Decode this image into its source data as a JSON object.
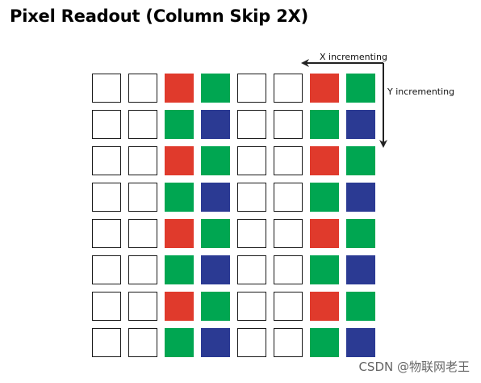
{
  "title": "Pixel Readout (Column Skip 2X)",
  "labels": {
    "x_direction": "X incrementing",
    "y_direction": "Y incrementing"
  },
  "watermark": "CSDN @物联网老王",
  "colors": {
    "red": "#e03a2c",
    "green": "#00a651",
    "blue": "#2b3a93",
    "white": "#ffffff",
    "outline": "#1a1a1a"
  },
  "grid": {
    "rows": [
      [
        "white",
        "white",
        "red",
        "green",
        "white",
        "white",
        "red",
        "green"
      ],
      [
        "white",
        "white",
        "green",
        "blue",
        "white",
        "white",
        "green",
        "blue"
      ],
      [
        "white",
        "white",
        "red",
        "green",
        "white",
        "white",
        "red",
        "green"
      ],
      [
        "white",
        "white",
        "green",
        "blue",
        "white",
        "white",
        "green",
        "blue"
      ],
      [
        "white",
        "white",
        "red",
        "green",
        "white",
        "white",
        "red",
        "green"
      ],
      [
        "white",
        "white",
        "green",
        "blue",
        "white",
        "white",
        "green",
        "blue"
      ],
      [
        "white",
        "white",
        "red",
        "green",
        "white",
        "white",
        "red",
        "green"
      ],
      [
        "white",
        "white",
        "green",
        "blue",
        "white",
        "white",
        "green",
        "blue"
      ]
    ]
  }
}
